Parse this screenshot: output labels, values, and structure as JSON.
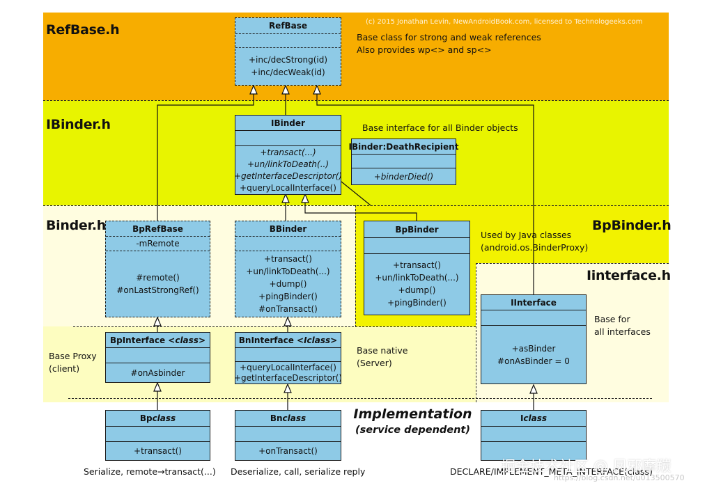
{
  "layers": {
    "refbase": "RefBase.h",
    "ibinder": "IBinder.h",
    "binder": "Binder.h",
    "bpbinder": "BpBinder.h",
    "iinterface": "Iinterface.h"
  },
  "copyright": "(c) 2015 Jonathan Levin, NewAndroidBook.com, licensed to Technologeeks.com",
  "notes": {
    "refbase_1": "Base class for strong and weak references",
    "refbase_2": "Also provides wp<> and sp<>",
    "ibinder": "Base interface for all Binder objects",
    "bpbinder_1": "Used by Java classes",
    "bpbinder_2": "(android.os.BinderProxy)",
    "iinterface_1": "Base for",
    "iinterface_2": "all interfaces",
    "bpinterface_1": "Base Proxy",
    "bpinterface_2": "(client)",
    "bninterface_1": "Base native",
    "bninterface_2": "(Server)"
  },
  "classes": {
    "refbase": {
      "name": "RefBase",
      "methods": [
        "+inc/decStrong(id)",
        "+inc/decWeak(id)"
      ]
    },
    "ibinder": {
      "name": "IBinder",
      "methods": [
        "+transact(...)",
        "+un/linkToDeath(..)",
        "+getInterfaceDescriptor()",
        "+queryLocalInterface()"
      ]
    },
    "deathrecipient": {
      "name": "IBinder:DeathRecipient",
      "methods": [
        "+binderDied()"
      ]
    },
    "bprefbase": {
      "name": "BpRefBase",
      "fields": [
        "-mRemote"
      ],
      "methods": [
        "#remote()",
        "#onLastStrongRef()"
      ]
    },
    "bbinder": {
      "name": "BBinder",
      "methods": [
        "+transact()",
        "+un/linkToDeath(...)",
        "+dump()",
        "+pingBinder()",
        "#onTransact()"
      ]
    },
    "bpbinder": {
      "name": "BpBinder",
      "methods": [
        "+transact()",
        "+un/linkToDeath(...)",
        "+dump()",
        "+pingBinder()"
      ]
    },
    "iinterface": {
      "name": "IInterface",
      "methods": [
        "+asBinder",
        "#onAsBinder = 0"
      ]
    },
    "bpinterface": {
      "name_a": "BpInterface <",
      "name_b": "class",
      "name_c": ">",
      "methods": [
        "#onAsbinder"
      ]
    },
    "bninterface": {
      "name_a": "BnInterface <",
      "name_b": "Iclass",
      "name_c": ">",
      "methods": [
        "+queryLocalInterface()",
        "+getInterfaceDescriptor()"
      ]
    },
    "bpclass": {
      "name_a": "Bp",
      "name_b": "class",
      "methods": [
        "+transact()"
      ]
    },
    "bnclass": {
      "name_a": "Bn",
      "name_b": "class",
      "methods": [
        "+onTransact()"
      ]
    },
    "iclass": {
      "name_a": "I",
      "name_b": "class"
    }
  },
  "implementation": {
    "title": "Implementation",
    "subtitle": "(service dependent)"
  },
  "captions": {
    "bpclass": "Serialize, remote→transact(...)",
    "bnclass": "Deserialize, call, serialize reply",
    "iclass": "DECLARE/IMPLEMENT_META_INTERFACE(class)"
  },
  "watermark": {
    "text": "掘金技术社区 @ 凤邪摩羰",
    "url": "https://blog.csdn.net/u013500570"
  },
  "colors": {
    "refbase_band": "#f7ad00",
    "ibinder_band": "#e8f400",
    "binder_band": "#fffde0",
    "class_fill": "#8ecae6"
  }
}
